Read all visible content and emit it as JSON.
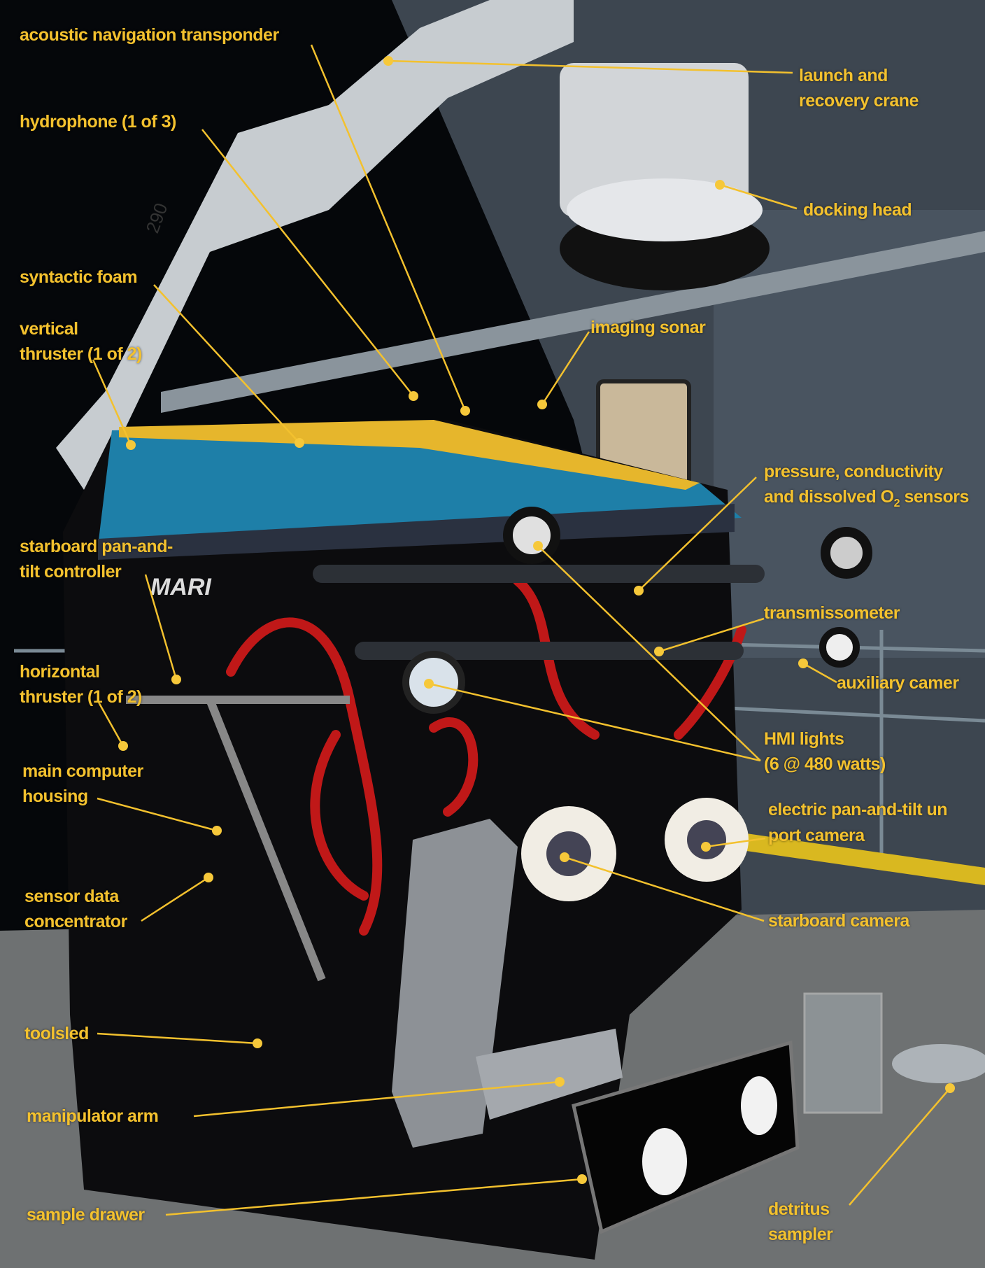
{
  "figure": {
    "vehicle_marking": "MARI",
    "crane_number": "290",
    "colors": {
      "label": "#f3c12e",
      "background": "#05070a",
      "wall": "#4a5560",
      "hose": "#c01818",
      "hull_blue": "#1e7fa8",
      "hull_yellow": "#e6b62c"
    }
  },
  "labels": {
    "acoustic_nav": "acoustic navigation transponder",
    "launch_crane": [
      "launch and",
      "recovery crane"
    ],
    "hydrophone": "hydrophone (1 of 3)",
    "docking_head": "docking head",
    "syntactic_foam": "syntactic foam",
    "vertical_thruster": [
      "vertical",
      "thruster (1 of 2)"
    ],
    "imaging_sonar": "imaging sonar",
    "pcd_sensors": {
      "line1": "pressure, conductivity",
      "line2_pre": "and dissolved O",
      "line2_sub": "2",
      "line2_post": " sensors"
    },
    "pan_tilt_controller": [
      "starboard pan-and-",
      "tilt controller"
    ],
    "transmissometer": "transmissometer",
    "auxiliary_camera": "auxiliary camer",
    "horizontal_thruster": [
      "horizontal",
      "thruster (1 of 2)"
    ],
    "hmi_lights": [
      "HMI lights",
      "(6 @ 480 watts)"
    ],
    "main_computer": [
      "main computer",
      "housing"
    ],
    "electric_pan_tilt": "electric pan-and-tilt un",
    "port_camera": "port camera",
    "sensor_data": [
      "sensor data",
      "concentrator"
    ],
    "starboard_camera": "starboard camera",
    "toolsled": "toolsled",
    "manipulator_arm": "manipulator arm",
    "sample_drawer": "sample drawer",
    "detritus_sampler": [
      "detritus",
      "sampler"
    ]
  }
}
